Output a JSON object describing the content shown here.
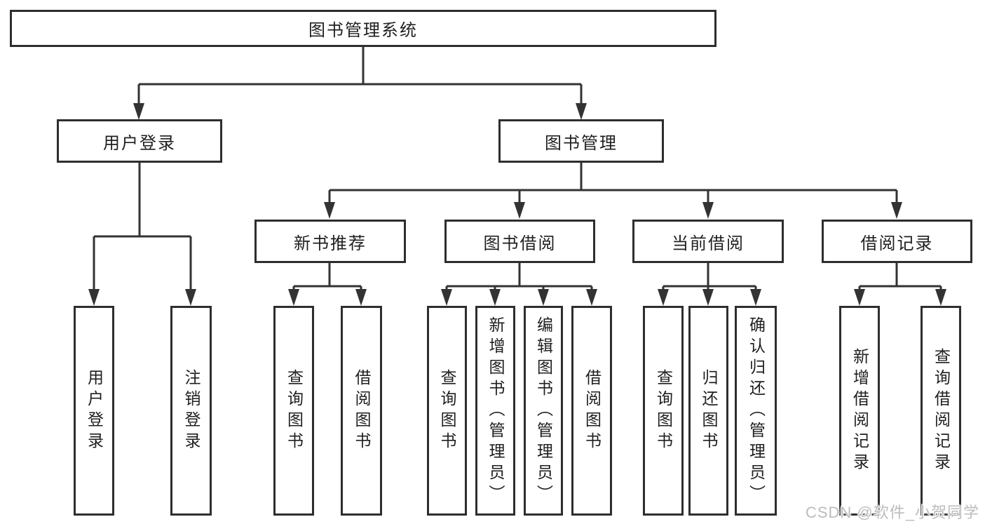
{
  "diagram_type": "hierarchy-tree",
  "tree": {
    "label": "图书管理系统",
    "children": [
      {
        "label": "用户登录",
        "children": [
          {
            "label": "用户登录"
          },
          {
            "label": "注销登录"
          }
        ]
      },
      {
        "label": "图书管理",
        "children": [
          {
            "label": "新书推荐",
            "children": [
              {
                "label": "查询图书"
              },
              {
                "label": "借阅图书"
              }
            ]
          },
          {
            "label": "图书借阅",
            "children": [
              {
                "label": "查询图书"
              },
              {
                "label": "新增图书（管理员）"
              },
              {
                "label": "编辑图书（管理员）"
              },
              {
                "label": "借阅图书"
              }
            ]
          },
          {
            "label": "当前借阅",
            "children": [
              {
                "label": "查询图书"
              },
              {
                "label": "归还图书"
              },
              {
                "label": "确认归还（管理员）"
              }
            ]
          },
          {
            "label": "借阅记录",
            "children": [
              {
                "label": "新增借阅记录"
              },
              {
                "label": "查询借阅记录"
              }
            ]
          }
        ]
      }
    ]
  },
  "watermark": {
    "text": "CSDN @软件_小贺同学"
  },
  "colors": {
    "line": "#333333",
    "box_border": "#2e2e2e",
    "box_background": "#ffffff",
    "text": "#1f1f1f",
    "watermark": "#bcbcbc",
    "page_background": "#ffffff"
  }
}
